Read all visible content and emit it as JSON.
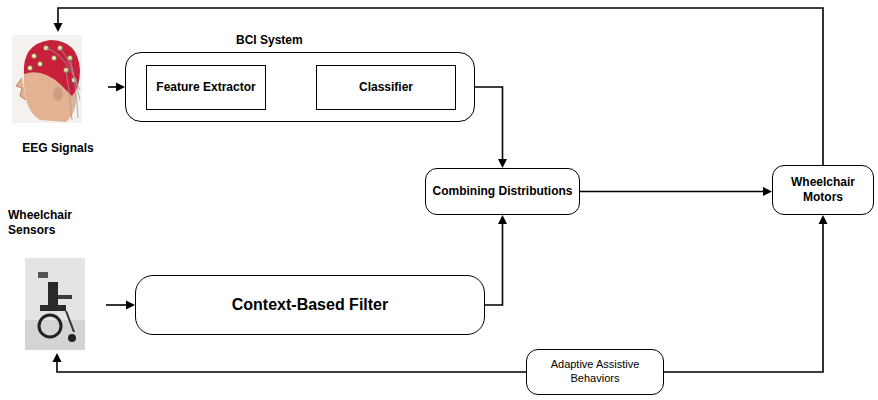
{
  "diagram": {
    "nodes": [
      {
        "text": [
          "EEG Signals"
        ]
      },
      {
        "text": [
          "BCI System"
        ]
      },
      {
        "text": [
          "Feature Extractor"
        ],
        "in": 1
      },
      {
        "text": [
          "Classifier"
        ],
        "in": 1
      },
      {
        "text": [
          "Combining Distributions"
        ]
      },
      {
        "text": [
          "Wheelchair Motors"
        ]
      },
      {
        "text": [
          "Wheelchair Sensors"
        ]
      },
      {
        "text": [
          "Context-Based Filter"
        ]
      },
      {
        "text": [
          "Adaptive Assistive Behaviors"
        ]
      }
    ],
    "edges": [
      {
        "from": 0,
        "to": 1,
        "arrow": "to"
      },
      {
        "from": 2,
        "to": 3,
        "arrow": "to"
      },
      {
        "from": 1,
        "to": 4,
        "arrow": "to"
      },
      {
        "from": 7,
        "to": 4,
        "arrow": "to"
      },
      {
        "from": 4,
        "to": 5,
        "arrow": "to"
      },
      {
        "from": 5,
        "to": 0,
        "arrow": "to"
      },
      {
        "from": 6,
        "to": 7,
        "arrow": "to"
      },
      {
        "from": 8,
        "to": 5,
        "arrow": "to"
      },
      {
        "from": 8,
        "to": 6,
        "arrow": "to"
      }
    ]
  }
}
